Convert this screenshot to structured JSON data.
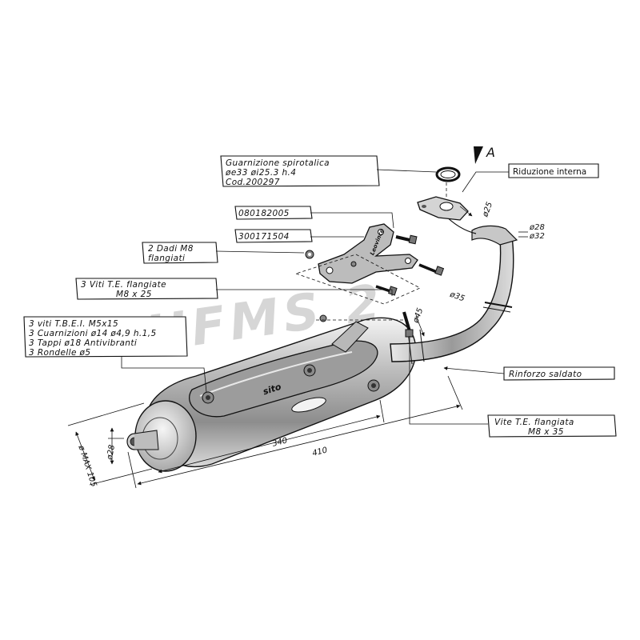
{
  "watermark": "HFMS 2",
  "view_marker": "A",
  "brand_logo": "sito",
  "bracket_marking": "Leovince",
  "callouts": {
    "gasket": {
      "line1": "Guarnizione spirotalica",
      "line2": "øe33  øi25.3  h.4",
      "line3": "Cod.200297"
    },
    "inner_reduction": "Riduzione interna",
    "part_a": "080182005",
    "part_b": "300171504",
    "nuts": {
      "line1": "2 Dadi M8",
      "line2": "flangiati"
    },
    "screws_m8x25": {
      "line1": "3 Viti T.E. flangiate",
      "line2": "M8  x  25"
    },
    "kit": {
      "line1": "3 viti T.B.E.I.  M5x15",
      "line2": "3 Cuarnizioni ø14  ø4,9  h.1,5",
      "line3": "3 Tappi ø18  Antivibranti",
      "line4": "3 Rondelle ø5"
    },
    "weld": "Rinforzo saldato",
    "screw_m8x35": {
      "line1": "Vite T.E. flangiata",
      "line2": "M8  x  35"
    }
  },
  "dimensions": {
    "flange_bore": "ø25",
    "pipe_inner": "ø28",
    "pipe_outer": "ø32",
    "pipe_mid": "ø35",
    "bend": "ø45",
    "tailpipe": "ø28",
    "max_diameter": "ø MAX 105",
    "can_length": "340",
    "overall_length": "410"
  }
}
